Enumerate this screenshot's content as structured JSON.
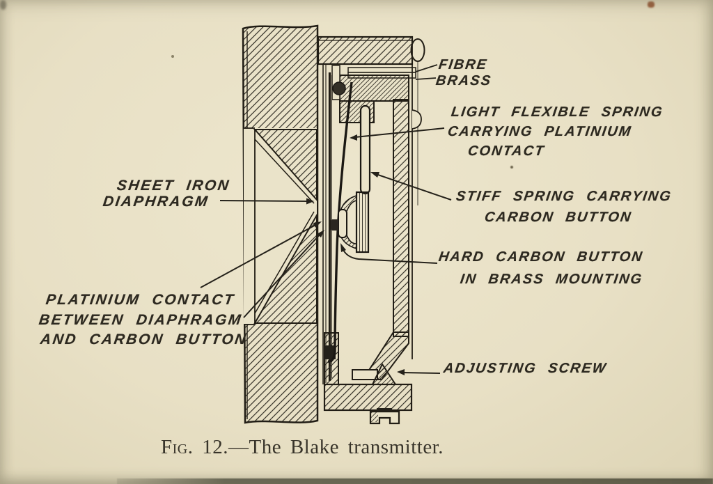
{
  "figure": {
    "caption": {
      "fig": "Fig. 12.",
      "rest": "—The Blake transmitter."
    },
    "labels": {
      "fibre": {
        "lines": [
          "FIBRE"
        ]
      },
      "brass": {
        "lines": [
          "BRASS"
        ]
      },
      "light_flexible_spring": {
        "lines": [
          "LIGHT FLEXIBLE SPRING",
          "CARRYING PLATINIUM",
          "CONTACT"
        ]
      },
      "stiff_spring": {
        "lines": [
          "STIFF SPRING CARRYING",
          "CARBON BUTTON"
        ]
      },
      "hard_carbon_button": {
        "lines": [
          "HARD CARBON BUTTON",
          "IN BRASS MOUNTING"
        ]
      },
      "adjusting_screw": {
        "lines": [
          "ADJUSTING SCREW"
        ]
      },
      "sheet_iron_diaphragm": {
        "lines": [
          "SHEET IRON",
          "DIAPHRAGM"
        ]
      },
      "platinium_contact": {
        "lines": [
          "PLATINIUM CONTACT",
          "BETWEEN DIAPHRAGM",
          "AND CARBON BUTTON"
        ]
      }
    },
    "colors": {
      "paper": "#e9e1c6",
      "ink": "#26221a"
    }
  }
}
